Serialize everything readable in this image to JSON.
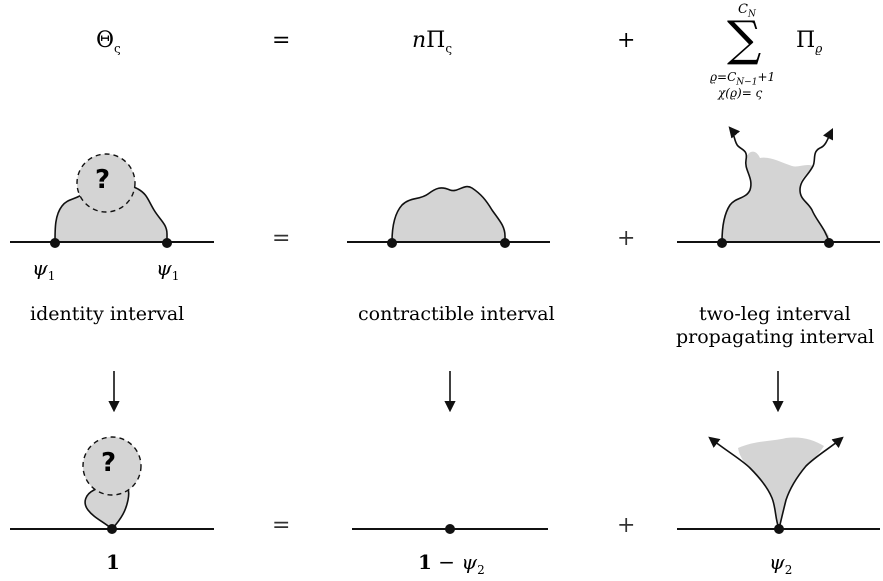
{
  "equation": {
    "lhs_symbol": "Θ",
    "lhs_sub": "ς",
    "equals": "=",
    "term1_n": "n",
    "term1_symbol": "Π",
    "term1_sub": "ς",
    "plus": "+",
    "sum_upper_C": "C",
    "sum_upper_N": "N",
    "sum_symbol": "∑",
    "sum_lower1": "ϱ=C",
    "sum_lower1_sub": "N−1",
    "sum_lower1_tail": "+1",
    "sum_lower2": "χ(ϱ)= ς",
    "term2_symbol": "Π",
    "term2_sub": "ϱ"
  },
  "row1": {
    "vertex_left_label": "ψ",
    "vertex_left_sub": "1",
    "vertex_right_label": "ψ",
    "vertex_right_sub": "1",
    "question_mark": "?",
    "equals": "=",
    "plus": "+"
  },
  "captions": {
    "identity": "identity interval",
    "contractible": "contractible interval",
    "two_leg_line1": "two-leg interval",
    "two_leg_line2": "propagating interval"
  },
  "row2": {
    "question_mark": "?",
    "equals": "=",
    "plus": "+",
    "label_left": "1",
    "label_mid_bold": "1",
    "label_mid_rest": " − ψ",
    "label_mid_sub": "2",
    "label_right": "ψ",
    "label_right_sub": "2"
  },
  "colors": {
    "blob_fill": "#d4d4d4",
    "stroke": "#111111"
  }
}
